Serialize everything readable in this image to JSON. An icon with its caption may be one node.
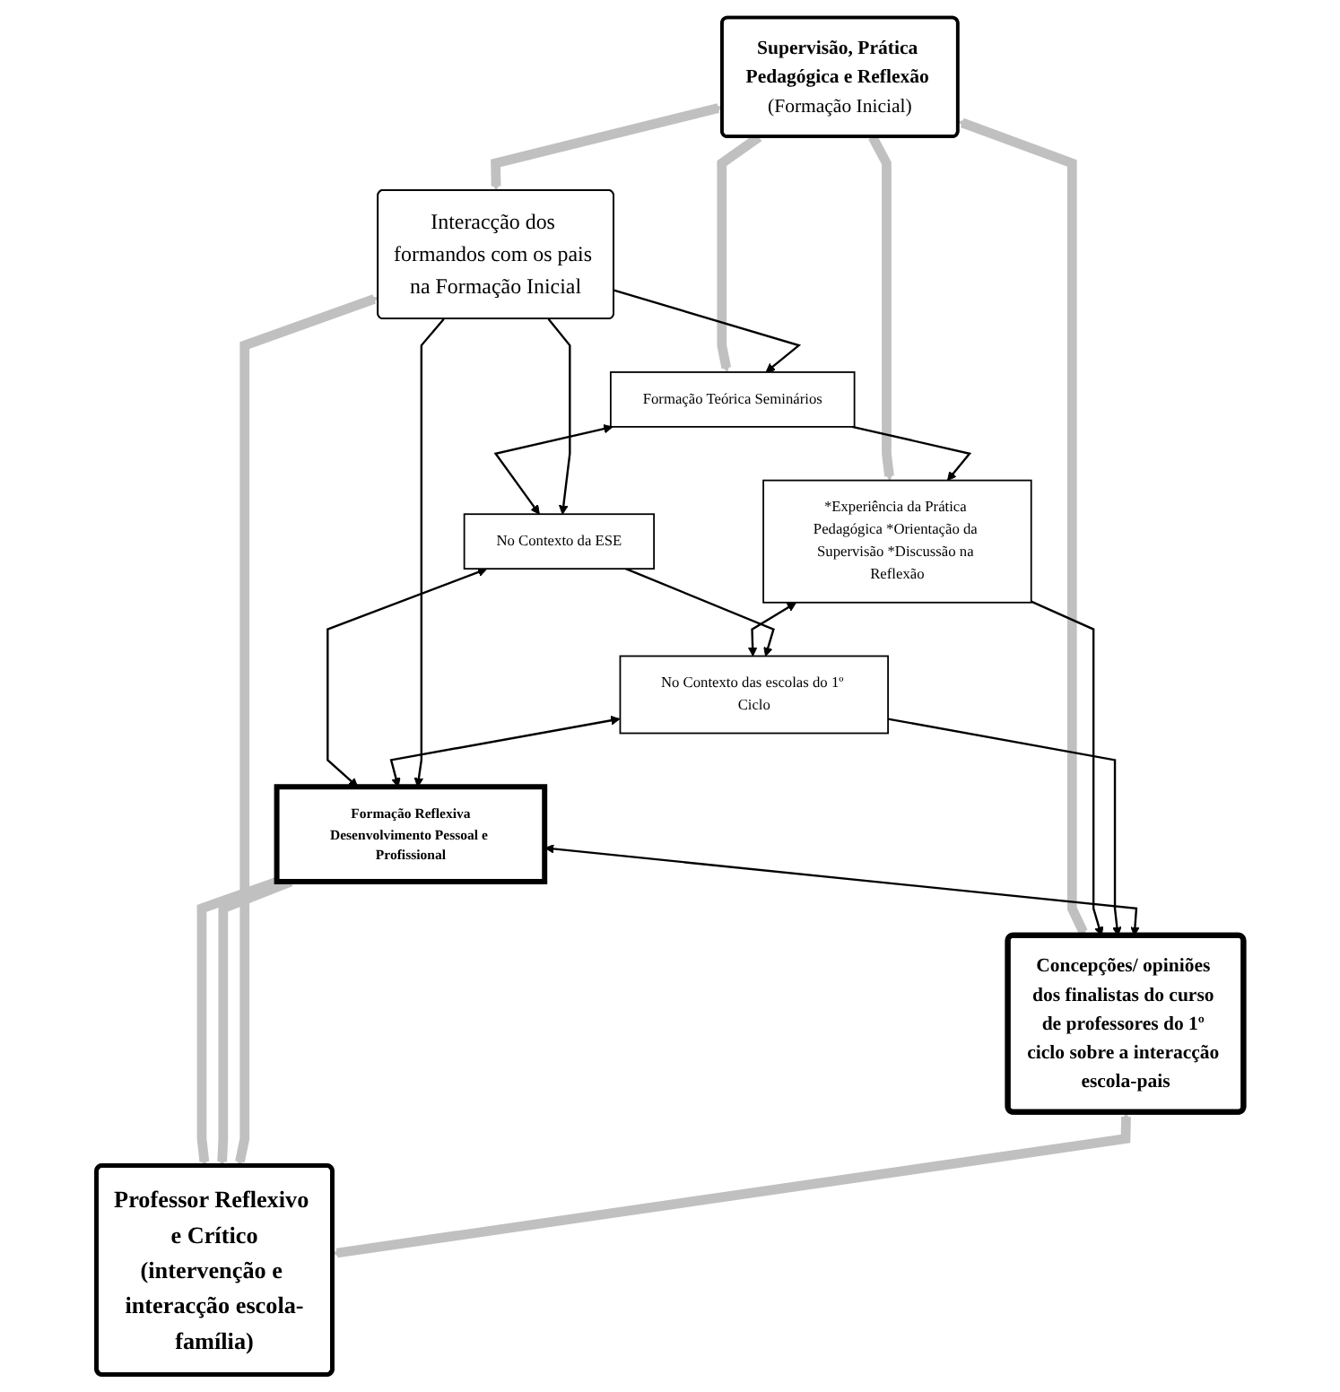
{
  "diagram": {
    "nodes": [
      {
        "text": [
          "**Supervisão, Prática Pedagógica e Reflexão** (Formação Inicial)"
        ]
      },
      {
        "text": [
          "Interacção dos formandos com os pais na Formação Inicial"
        ]
      },
      {
        "text": [
          "Formação Teórica Seminários"
        ]
      },
      {
        "text": [
          "*Experiência da Prática Pedagógica *Orientação da Supervisão *Discussão na Reflexão"
        ]
      },
      {
        "text": [
          "Concepções/ opiniões dos finalistas do curso de professores do 1º ciclo sobre a interacção escola-pais"
        ]
      },
      {
        "text": [
          "No Contexto da ESE"
        ]
      },
      {
        "text": [
          "No Contexto das escolas do 1º Ciclo"
        ]
      },
      {
        "text": [
          "Formação Reflexiva",
          "Desenvolvimento Pessoal e Profissional"
        ]
      },
      {
        "text": [
          "Professor Reflexivo e Crítico",
          "(intervenção e interacção escola-família)"
        ]
      }
    ],
    "edges": [
      {
        "from": 0,
        "to": 1,
        "arrow": "both",
        "style": "thick",
        "color": "#c0c0c0"
      },
      {
        "from": 0,
        "to": 2,
        "arrow": "to",
        "style": "thick",
        "color": "#c0c0c0"
      },
      {
        "from": 0,
        "to": 3,
        "arrow": "to",
        "style": "thick",
        "color": "#c0c0c0"
      },
      {
        "from": 0,
        "to": 4,
        "arrow": "both",
        "style": "thick",
        "color": "#c0c0c0"
      },
      {
        "from": 1,
        "to": 2,
        "arrow": "to"
      },
      {
        "from": 2,
        "to": 3,
        "arrow": "to"
      },
      {
        "from": 3,
        "to": 4,
        "arrow": "to"
      },
      {
        "from": 2,
        "to": 5,
        "arrow": "both"
      },
      {
        "from": 3,
        "to": 6,
        "arrow": "both"
      },
      {
        "from": 1,
        "to": 5,
        "arrow": "to"
      },
      {
        "from": 5,
        "to": 6,
        "arrow": "to"
      },
      {
        "from": 6,
        "to": 4,
        "arrow": "to"
      },
      {
        "from": 5,
        "to": 7,
        "arrow": "both"
      },
      {
        "from": 6,
        "to": 7,
        "arrow": "both"
      },
      {
        "from": 1,
        "to": 7,
        "arrow": "to"
      },
      {
        "from": 7,
        "to": 4,
        "arrow": "both"
      },
      {
        "from": 7,
        "to": 8,
        "arrow": "to",
        "style": "thick",
        "color": "#c0c0c0"
      },
      {
        "from": 7,
        "to": 8,
        "arrow": "to",
        "style": "thick",
        "color": "#c0c0c0"
      },
      {
        "from": 1,
        "to": 8,
        "arrow": "both",
        "style": "thick",
        "color": "#c0c0c0"
      },
      {
        "from": 4,
        "to": 8,
        "arrow": "both",
        "style": "thick",
        "color": "#c0c0c0"
      }
    ]
  }
}
